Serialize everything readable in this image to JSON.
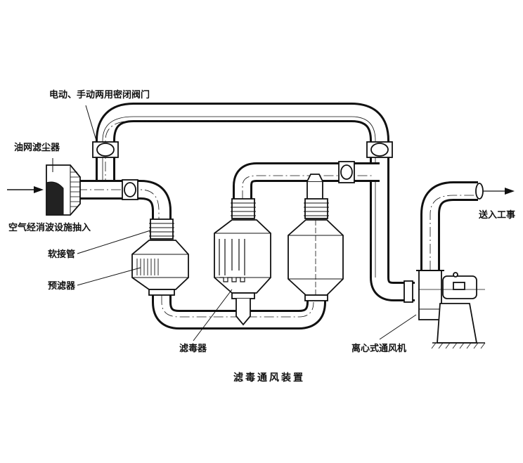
{
  "diagram": {
    "title": "滤毒通风装置",
    "labels": {
      "valve": "电动、手动两用密闭阀门",
      "oil_filter": "油网滤尘器",
      "air_inlet": "空气经消波设施抽入",
      "soft_joint": "软接管",
      "prefilter": "预滤器",
      "toxic_filter": "滤毒器",
      "fan": "离心式通风机",
      "outlet": "送入工事"
    },
    "flow": {
      "inlet_direction": "right",
      "outlet_direction": "right"
    }
  }
}
